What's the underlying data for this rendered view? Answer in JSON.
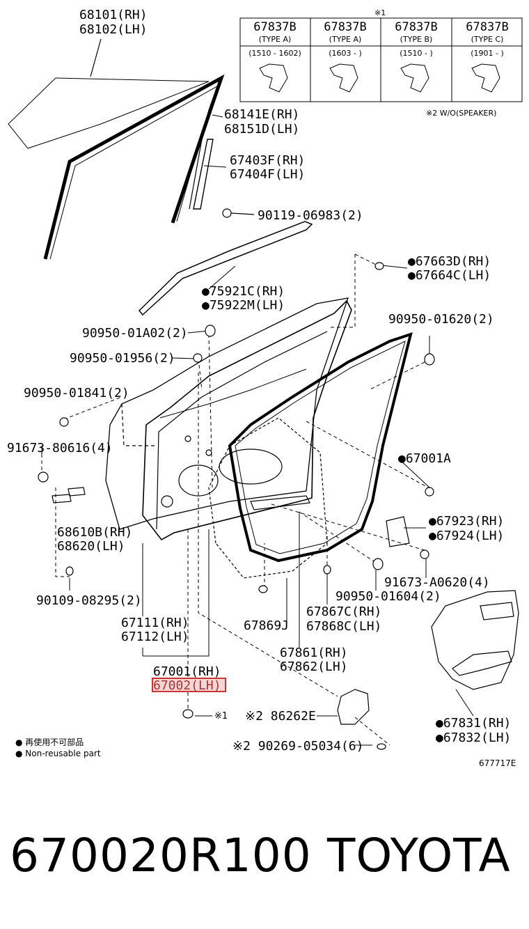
{
  "table": {
    "mark": "※1",
    "columns": [
      {
        "part": "67837B",
        "type": "(TYPE A)",
        "range": "(1510 - 1602)"
      },
      {
        "part": "67837B",
        "type": "(TYPE A)",
        "range": "(1603 -      )"
      },
      {
        "part": "67837B",
        "type": "(TYPE B)",
        "range": "(1510 -      )"
      },
      {
        "part": "67837B",
        "type": "(TYPE C)",
        "range": "(1901 -      )"
      }
    ],
    "note": "※2 W/O(SPEAKER)"
  },
  "labels": {
    "p68101": "68101(RH)",
    "p68102": "68102(LH)",
    "p68141E": "68141E(RH)",
    "p68151D": "68151D(LH)",
    "p67403F": "67403F(RH)",
    "p67404F": "67404F(LH)",
    "p90119": "90119-06983(2)",
    "p67663D": "●67663D(RH)",
    "p67664C": "●67664C(LH)",
    "p75921C": "●75921C(RH)",
    "p75922M": "●75922M(LH)",
    "p90950_01A02": "90950-01A02(2)",
    "p90950_01620": "90950-01620(2)",
    "p90950_01956": "90950-01956(2)",
    "p90950_01841": "90950-01841(2)",
    "p91673_80616": "91673-80616(4)",
    "p67001A": "●67001A",
    "p68610B": "68610B(RH)",
    "p68620": "68620(LH)",
    "p67923": "●67923(RH)",
    "p67924": "●67924(LH)",
    "p91673_A0620": "91673-A0620(4)",
    "p90109": "90109-08295(2)",
    "p90950_01604": "90950-01604(2)",
    "p67111": "67111(RH)",
    "p67112": "67112(LH)",
    "p67867C": "67867C(RH)",
    "p67868C": "67868C(LH)",
    "p67869J": "67869J",
    "p67861": "67861(RH)",
    "p67862": "67862(LH)",
    "p67001": "67001(RH)",
    "p67002": "67002(LH)",
    "p67831": "●67831(RH)",
    "p67832": "●67832(LH)",
    "m1": "※1",
    "p86262E": "※2 86262E",
    "p90269": "※2  90269-05034(6)"
  },
  "legend": {
    "jp": "● 再使用不可部品",
    "en": "● Non-reusable part"
  },
  "figure_id": "677717E",
  "footer": {
    "part_number": "670020R100",
    "brand": "TOYOTA"
  }
}
